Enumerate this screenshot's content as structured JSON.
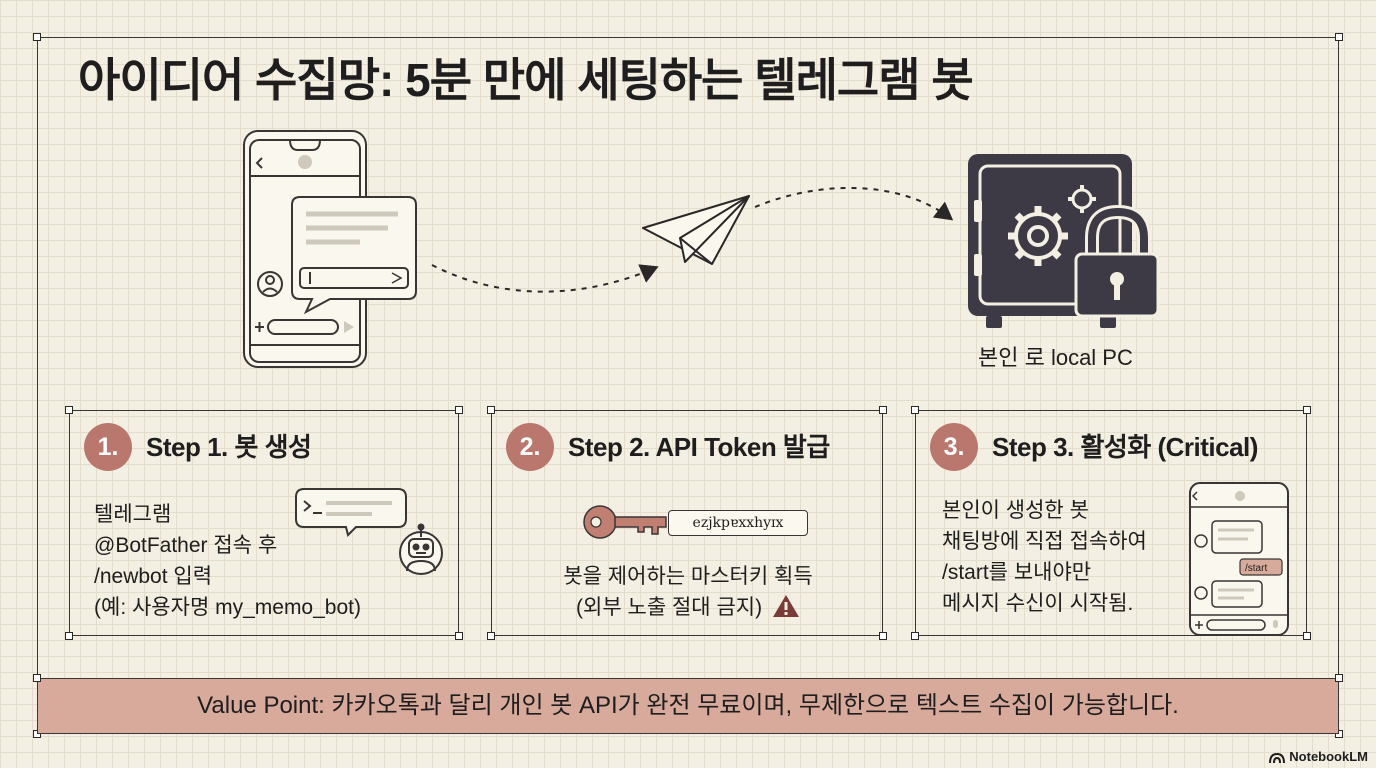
{
  "title": "아이디어 수집망: 5분 만에 세팅하는 텔레그램 봇",
  "vault_caption": "본인 로 local PC",
  "steps": [
    {
      "number": "1.",
      "title": "Step 1. 봇 생성",
      "lines": [
        "텔레그램",
        "@BotFather 접속 후",
        "/newbot 입력",
        "(예: 사용자명 my_memo_bot)"
      ]
    },
    {
      "number": "2.",
      "title": "Step 2. API Token 발급",
      "token": "ezjkpɐxxhyɪx",
      "lines": [
        "봇을 제어하는 마스터키 획득",
        "(외부 노출 절대 금지)"
      ]
    },
    {
      "number": "3.",
      "title": "Step 3. 활성화 (Critical)",
      "lines": [
        "본인이 생성한 봇",
        "채팅방에 직접 접속하여",
        "/start를 보내야만",
        "메시지 수신이 시작됨."
      ],
      "chat_command": "/start"
    }
  ],
  "footer": "Value Point: 카카오톡과 달리 개인 봇 API가 완전 무료이며, 무제한으로 텍스트 수집이 가능합니다.",
  "brand": "NotebookLM",
  "colors": {
    "accent": "#b9776d",
    "footer_bg": "#d7aa9c",
    "ink": "#3a3535",
    "vault": "#3d3a46",
    "background": "#f3efe3"
  },
  "icons": [
    "smartphone-icon",
    "chat-bubble-icon",
    "paper-plane-icon",
    "vault-icon",
    "gear-icon",
    "lock-icon",
    "terminal-bubble-icon",
    "robot-icon",
    "key-icon",
    "warning-icon",
    "phone-chat-icon"
  ]
}
